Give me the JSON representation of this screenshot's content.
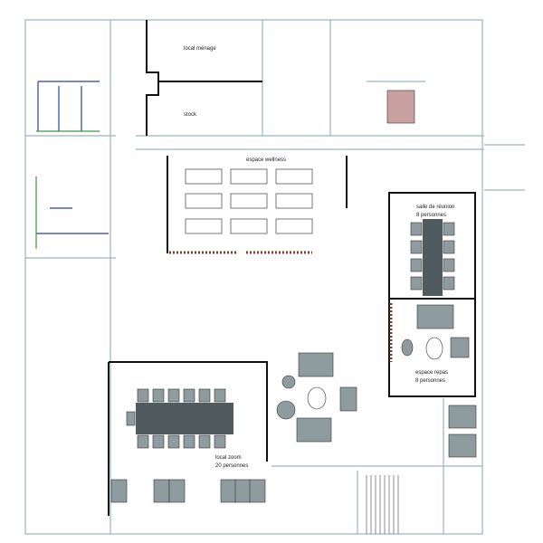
{
  "rooms": {
    "local_menage": "local ménage",
    "stock": "stock",
    "espace_wellness": "espace wellness",
    "salle_reunion": {
      "line1": "salle de réunion",
      "line2": "8 personnes"
    },
    "espace_repas": {
      "line1": "espace repas",
      "line2": "8 personnes"
    },
    "local_zoom": {
      "line1": "local zoom",
      "line2": "20 personnes"
    }
  },
  "colors": {
    "wall": "#111111",
    "thin_wall": "#8aa8b0",
    "furniture": "#5f6b6e",
    "chair": "#8e9c9f",
    "accent_blue": "#2b3fa8",
    "accent_green": "#3a9a3a",
    "brick": "#8a3a2a"
  }
}
